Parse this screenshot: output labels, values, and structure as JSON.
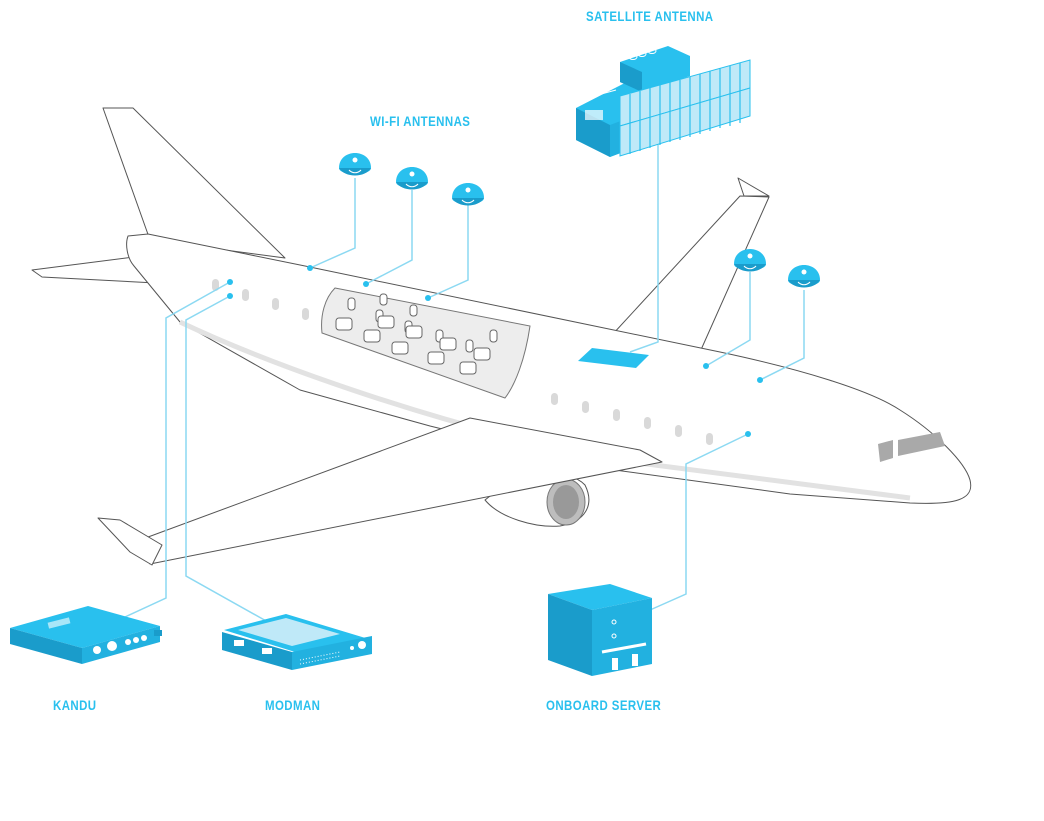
{
  "labels": {
    "satellite_antenna": "SATELLITE ANTENNA",
    "wifi_antennas": "WI-FI ANTENNAS",
    "kandu": "KANDU",
    "modman": "MODMAN",
    "onboard_server": "ONBOARD SERVER"
  },
  "colors": {
    "accent": "#29C0EE",
    "accent_dark": "#1A9CCB",
    "line": "#8CD9F2",
    "outline": "#555555",
    "window": "#D9D9D9",
    "engine": "#BDBDBD",
    "cockpit": "#A9A9A9",
    "cabin_fill": "#EDEDED"
  },
  "icons": [
    "satellite-antenna-icon",
    "wifi-antenna-icon",
    "kandu-unit-icon",
    "modman-unit-icon",
    "onboard-server-icon",
    "airplane-icon"
  ]
}
